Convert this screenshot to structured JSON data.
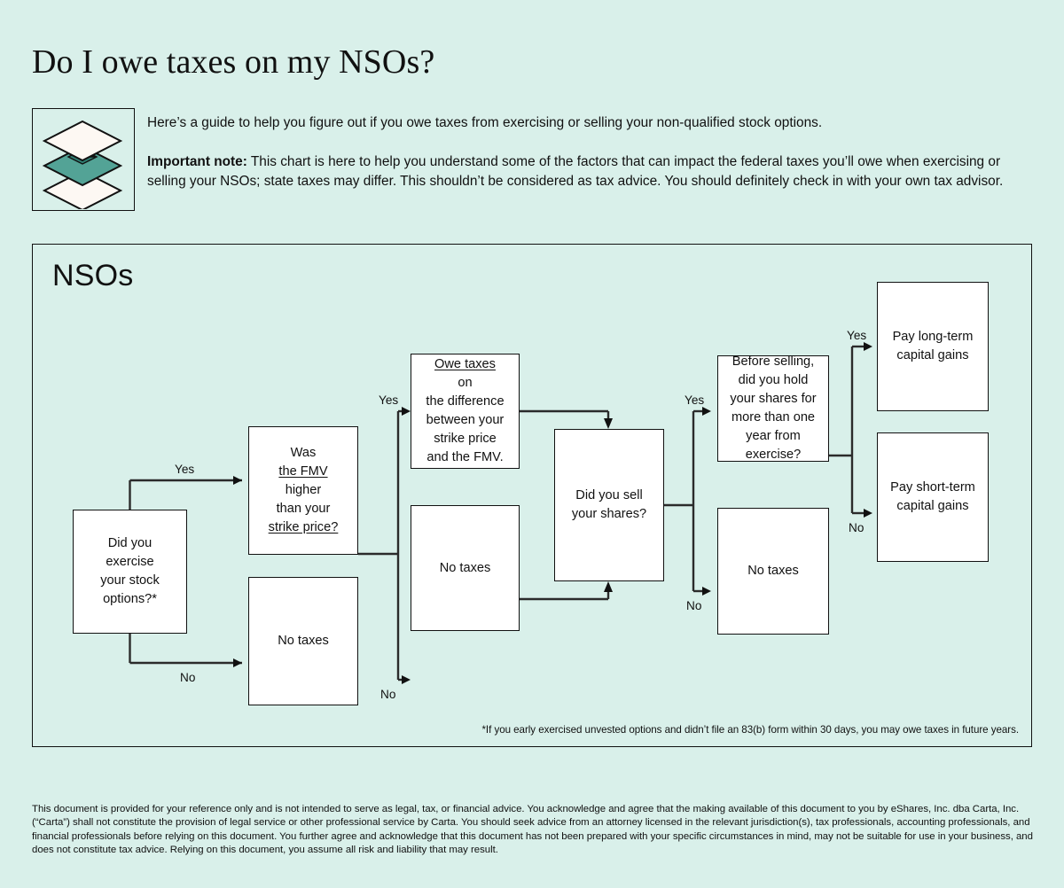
{
  "header": {
    "title": "Do I owe taxes on my NSOs?",
    "icon_name": "stacked-layers-icon",
    "intro_paragraph": "Here’s a guide to help you figure out if you owe taxes from exercising or selling your non-qualified stock options.",
    "note_label": "Important note:",
    "note_body": " This chart is here to help you understand some of the factors that can impact the federal taxes you’ll owe when exercising or selling your NSOs; state taxes may differ. This shouldn’t be considered as tax advice. You should definitely check in with your own tax advisor."
  },
  "chart_panel": {
    "title": "NSOs",
    "footnote": "*If you early exercised unvested options and didn’t file an 83(b) form within 30 days, you may owe taxes in future years."
  },
  "chart_data": {
    "type": "flowchart",
    "title": "NSOs",
    "nodes": [
      {
        "id": "n1",
        "text": "Did you exercise your stock options?*",
        "kind": "decision"
      },
      {
        "id": "n2",
        "text": "Was the FMV higher than your strike price?",
        "kind": "decision",
        "lines": [
          "Was the FMV",
          "higher",
          "than your",
          "strike price?"
        ],
        "underlined": [
          "the FMV",
          "strike price?"
        ]
      },
      {
        "id": "n3",
        "text": "No taxes",
        "kind": "terminal"
      },
      {
        "id": "n4",
        "text": "Owe taxes on the difference between your strike price and the FMV.",
        "kind": "outcome",
        "lines": [
          "Owe taxes on",
          "the difference",
          "between your",
          "strike price",
          "and the FMV."
        ],
        "underlined": [
          "Owe taxes"
        ]
      },
      {
        "id": "n5",
        "text": "No taxes",
        "kind": "terminal"
      },
      {
        "id": "n6",
        "text": "Did you sell your shares?",
        "kind": "decision"
      },
      {
        "id": "n7",
        "text": "Before selling, did you hold your shares for more than one year from exercise?",
        "kind": "decision"
      },
      {
        "id": "n8",
        "text": "No taxes",
        "kind": "terminal"
      },
      {
        "id": "n9",
        "text": "Pay long-term capital gains",
        "kind": "outcome"
      },
      {
        "id": "n10",
        "text": "Pay short-term capital gains",
        "kind": "outcome"
      }
    ],
    "edges": [
      {
        "from": "n1",
        "to": "n2",
        "label": "Yes"
      },
      {
        "from": "n1",
        "to": "n3",
        "label": "No"
      },
      {
        "from": "n2",
        "to": "n4",
        "label": "Yes"
      },
      {
        "from": "n2",
        "to": "n5",
        "label": "No"
      },
      {
        "from": "n4",
        "to": "n6",
        "label": ""
      },
      {
        "from": "n5",
        "to": "n6",
        "label": ""
      },
      {
        "from": "n6",
        "to": "n7",
        "label": "Yes"
      },
      {
        "from": "n6",
        "to": "n8",
        "label": "No"
      },
      {
        "from": "n7",
        "to": "n9",
        "label": "Yes"
      },
      {
        "from": "n7",
        "to": "n10",
        "label": "No"
      }
    ]
  },
  "nodes": {
    "n1": {
      "l1": "Did you",
      "l2": "exercise",
      "l3": "your stock",
      "l4": "options?*"
    },
    "n2": {
      "a": "Was ",
      "b": "the FMV",
      "c": "higher",
      "d": "than your",
      "e": "strike price?"
    },
    "n3": {
      "text": "No taxes"
    },
    "n4": {
      "a": "Owe taxes",
      "b": " on",
      "c": "the difference",
      "d": "between your",
      "e": "strike price",
      "f": "and the FMV."
    },
    "n5": {
      "text": "No taxes"
    },
    "n6": {
      "l1": "Did you sell",
      "l2": "your shares?"
    },
    "n7": {
      "l1": "Before selling,",
      "l2": "did you hold",
      "l3": "your shares for",
      "l4": "more than one",
      "l5": "year from",
      "l6": "exercise?"
    },
    "n8": {
      "text": "No taxes"
    },
    "n9": {
      "l1": "Pay long-term",
      "l2": "capital gains"
    },
    "n10": {
      "l1": "Pay short-term",
      "l2": "capital gains"
    }
  },
  "edge_labels": {
    "e1_yes": "Yes",
    "e1_no": "No",
    "e2_yes": "Yes",
    "e2_no": "No",
    "e6_yes": "Yes",
    "e6_no": "No",
    "e7_yes": "Yes",
    "e7_no": "No"
  },
  "disclaimer": {
    "text": "This document is provided for your reference only and is not intended to serve as legal, tax, or financial advice. You acknowledge and agree that the making available of this document to you by eShares, Inc. dba Carta, Inc. (“Carta”) shall not constitute the provision of legal service or other professional service by Carta. You should seek advice from an attorney licensed in the relevant jurisdiction(s), tax professionals, accounting professionals, and financial professionals before relying on this document. You further agree and acknowledge that this document has not been prepared with your specific circumstances in mind, may not be suitable for use in your business, and does not constitute tax advice. Relying on this document, you assume all risk and liability that may result."
  },
  "colors": {
    "background": "#d9f0ea",
    "accent_teal": "#53a396",
    "node_fill": "#ffffff",
    "stroke": "#111111"
  }
}
